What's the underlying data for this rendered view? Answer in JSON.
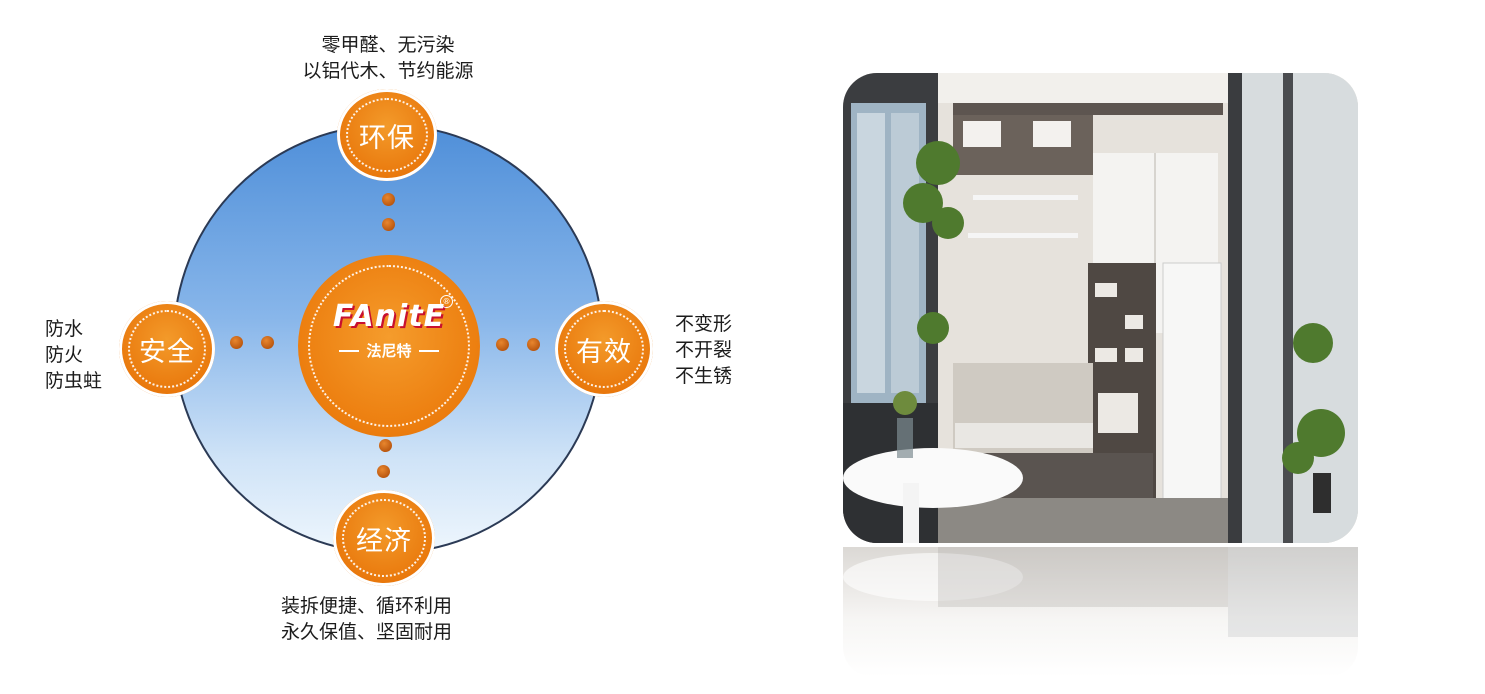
{
  "diagram": {
    "center": {
      "brand": "FAnitE",
      "brand_sub": "法尼特",
      "reg_mark": "®"
    },
    "nodes": {
      "top": {
        "label": "环保",
        "text": [
          "零甲醛、无污染",
          "以铝代木、节约能源"
        ]
      },
      "left": {
        "label": "安全",
        "text": [
          "防水",
          "防火",
          "防虫蛀"
        ]
      },
      "right": {
        "label": "有效",
        "text": [
          "不变形",
          "不开裂",
          "不生锈"
        ]
      },
      "bottom": {
        "label": "经济",
        "text": [
          "装拆便捷、循环利用",
          "永久保值、坚固耐用"
        ]
      }
    },
    "colors": {
      "orange": "#ec7d0e",
      "blue_top": "#4f8fd9",
      "blue_bottom": "#eef6fd",
      "outline": "#2b3a55"
    }
  },
  "photo": {
    "subject": "balcony-interior-photo"
  }
}
